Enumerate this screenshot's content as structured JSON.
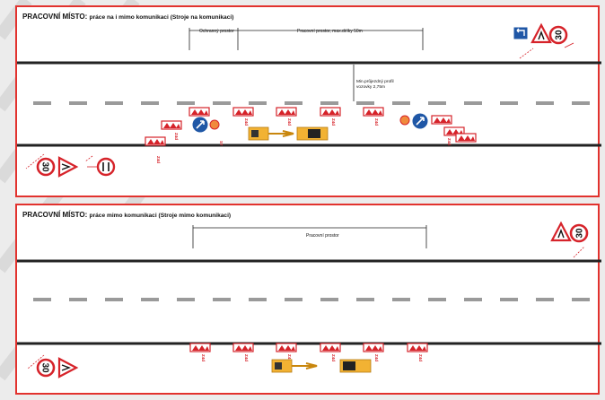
{
  "panel1": {
    "title_prefix": "PRACOVNÍ MÍSTO:",
    "title_rest": "práce na i mimo komunikaci (Stroje na komunikaci)",
    "dim_protective": "Ochranný prostor",
    "dim_work": "Pracovní prostor, max.délky 50m",
    "annotation_line1": "Min.průjezdný profil",
    "annotation_line2": "vozovky 2,75m",
    "speed_sign": "30",
    "marker_text": "Z4d"
  },
  "panel2": {
    "title_prefix": "PRACOVNÍ MÍSTO:",
    "title_rest": "práce mimo komunikaci (Stroje mimo komunikaci)",
    "dim_work": "Pracovní prostor",
    "speed_sign": "30",
    "marker_text": "Z4d"
  },
  "colors": {
    "frame": "#e2322e",
    "sign_red": "#d6232a",
    "blue_sign": "#1f57a6",
    "machine": "#f2b233",
    "road": "#222222",
    "lane": "#9a9a9a"
  },
  "icons": [
    "speed-limit-30-sign",
    "road-works-warning-sign",
    "keep-left-sign",
    "direction-guide-sign",
    "barrier-marker",
    "warning-light",
    "excavator",
    "road-roller"
  ]
}
